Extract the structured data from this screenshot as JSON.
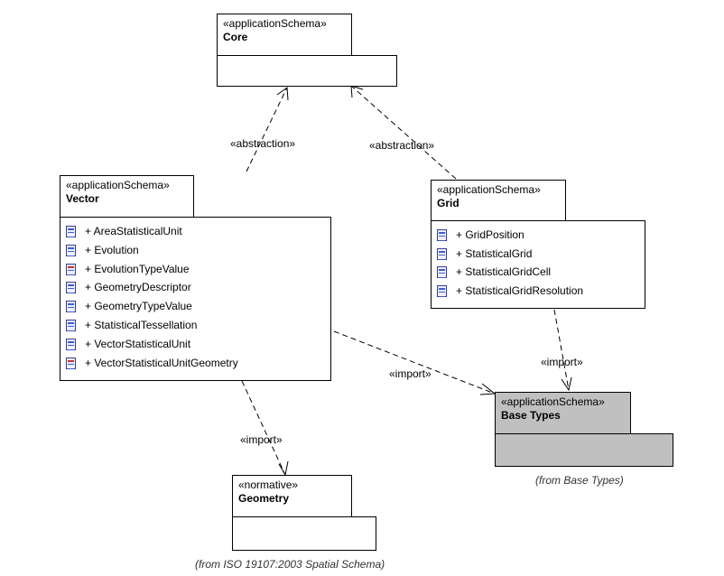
{
  "packages": {
    "core": {
      "stereotype": "«applicationSchema»",
      "name": "Core"
    },
    "vector": {
      "stereotype": "«applicationSchema»",
      "name": "Vector",
      "items": [
        {
          "label": "+ AreaStatisticalUnit",
          "icon": "class-icon"
        },
        {
          "label": "+ Evolution",
          "icon": "class-icon"
        },
        {
          "label": "+ EvolutionTypeValue",
          "icon": "enumeration-icon"
        },
        {
          "label": "+ GeometryDescriptor",
          "icon": "class-icon"
        },
        {
          "label": "+ GeometryTypeValue",
          "icon": "class-icon"
        },
        {
          "label": "+ StatisticalTessellation",
          "icon": "class-icon"
        },
        {
          "label": "+ VectorStatisticalUnit",
          "icon": "class-icon"
        },
        {
          "label": "+ VectorStatisticalUnitGeometry",
          "icon": "enumeration-icon"
        }
      ]
    },
    "grid": {
      "stereotype": "«applicationSchema»",
      "name": "Grid",
      "items": [
        {
          "label": "+ GridPosition",
          "icon": "class-icon"
        },
        {
          "label": "+ StatisticalGrid",
          "icon": "class-icon"
        },
        {
          "label": "+ StatisticalGridCell",
          "icon": "class-icon"
        },
        {
          "label": "+ StatisticalGridResolution",
          "icon": "class-icon"
        }
      ]
    },
    "base_types": {
      "stereotype": "«applicationSchema»",
      "name": "Base Types",
      "from": "(from Base Types)"
    },
    "geometry": {
      "stereotype": "«normative»",
      "name": "Geometry",
      "from": "(from ISO 19107:2003 Spatial Schema)"
    }
  },
  "relations": {
    "vector_core": "«abstraction»",
    "grid_core": "«abstraction»",
    "vector_base_types": "«import»",
    "grid_base_types": "«import»",
    "vector_geometry": "«import»"
  },
  "colors": {
    "line": "#000000",
    "external_package_fill": "#c0c0c0",
    "box_fill": "#ffffff"
  }
}
